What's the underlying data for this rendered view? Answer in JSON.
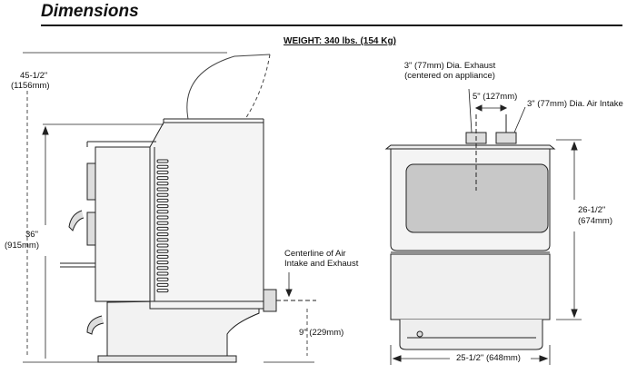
{
  "title": "Dimensions",
  "weight": "WEIGHT: 340 lbs. (154 Kg)",
  "side_view": {
    "overall_height_in": "45-1/2\"",
    "overall_height_mm": "(1156mm)",
    "body_height_in": "36\"",
    "body_height_mm": "(915mm)",
    "centerline_label_1": "Centerline of Air",
    "centerline_label_2": "Intake and Exhaust",
    "centerline_height": "9\" (229mm)"
  },
  "front_view": {
    "exhaust_label_1": "3\" (77mm) Dia. Exhaust",
    "exhaust_label_2": "(centered on appliance)",
    "spacing": "5\" (127mm)",
    "intake_label": "3\" (77mm) Dia. Air Intake",
    "height_in": "26-1/2\"",
    "height_mm": "(674mm)",
    "width": "25-1/2\" (648mm)"
  },
  "colors": {
    "line": "#222222",
    "body_fill": "#f2f2f2",
    "window_fill": "#c8c8c8"
  }
}
